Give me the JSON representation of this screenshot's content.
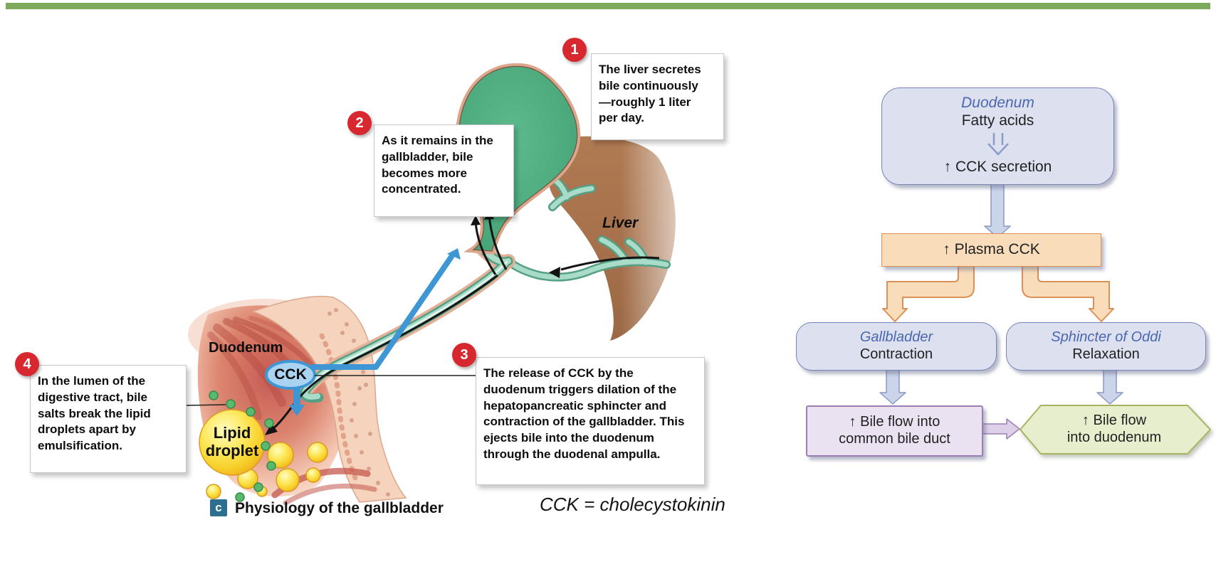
{
  "figure": {
    "accent_bar_color": "#7CA95B",
    "caption": {
      "panel_letter": "c",
      "title": "Physiology of the gallbladder",
      "abbreviation": "CCK = cholecystokinin"
    }
  },
  "illustration": {
    "callouts": [
      {
        "number": "1",
        "text": "The liver secretes\nbile continuously\n—roughly 1 liter\nper day."
      },
      {
        "number": "2",
        "text": "As it remains in the\ngallbladder, bile\nbecomes more\nconcentrated."
      },
      {
        "number": "3",
        "text": "The release of CCK by the\nduodenum triggers dilation of the\nhepatopancreatic sphincter and\ncontraction of the gallbladder. This\nejects bile into the duodenum\nthrough the duodenal ampulla."
      },
      {
        "number": "4",
        "text": "In the lumen of the\ndigestive tract, bile\nsalts break the lipid\ndroplets apart by\nemulsification."
      }
    ],
    "labels": {
      "liver": "Liver",
      "duodenum": "Duodenum",
      "cck": "CCK",
      "lipid_line1": "Lipid",
      "lipid_line2": "droplet"
    }
  },
  "flowchart": {
    "duodenum_box": {
      "title": "Duodenum",
      "stimulus": "Fatty acids",
      "result": "↑ CCK secretion"
    },
    "plasma_box": {
      "text": "↑ Plasma CCK"
    },
    "gallbladder_box": {
      "title": "Gallbladder",
      "response": "Contraction"
    },
    "sphincter_box": {
      "title": "Sphincter of Oddi",
      "response": "Relaxation"
    },
    "bile_duct_box": {
      "line1": "↑ Bile flow into",
      "line2": "common bile duct"
    },
    "duodenum_flow_box": {
      "line1": "↑ Bile flow",
      "line2": "into duodenum"
    },
    "colors": {
      "box_blue": "#DCE0EF",
      "box_blue_border": "#7484B5",
      "box_orange": "#F9DCBA",
      "box_orange_border": "#DD9054",
      "box_purple": "#EAE2F1",
      "box_purple_border": "#9B7FB3",
      "box_green": "#E7EECD",
      "box_green_border": "#A9B55E",
      "accent_text_blue": "#4A67B0",
      "arrow_blue": "#3E97D4",
      "badge_red": "#D7282F"
    }
  }
}
